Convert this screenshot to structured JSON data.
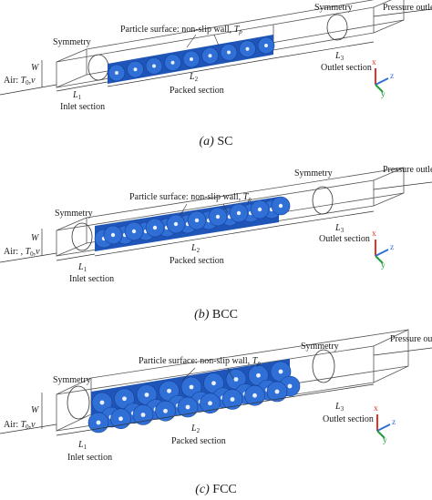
{
  "panels": [
    {
      "id": "sc",
      "symmetry": "Symmetry",
      "symmetry_right": "Symmetry",
      "particle_surface": "Particle surface: non-slip wall,",
      "tp": "T",
      "tp_sub": "p",
      "pressure_outlet": "Pressure outlet",
      "air_prefix": "Air:",
      "t0": "T",
      "t0_sub": "0",
      "v": ",v",
      "w": "W",
      "l1": "L",
      "l1_sub": "1",
      "l2": "L",
      "l2_sub": "2",
      "l3": "L",
      "l3_sub": "3",
      "inlet": "Inlet section",
      "packed": "Packed section",
      "outlet": "Outlet section",
      "axis_x": "x",
      "axis_y": "y",
      "axis_z": "z",
      "caption_letter": "(a)",
      "caption_name": "SC"
    },
    {
      "id": "bcc",
      "symmetry": "Symmetry",
      "symmetry_right": "Symmetry",
      "particle_surface": "Particle surface: non-slip wall,",
      "tp": "T",
      "tp_sub": "p",
      "pressure_outlet": "Pressure outlet",
      "air_prefix": "Air: ,",
      "t0": "T",
      "t0_sub": "0",
      "v": ",v",
      "w": "W",
      "l1": "L",
      "l1_sub": "1",
      "l2": "L",
      "l2_sub": "2",
      "l3": "L",
      "l3_sub": "3",
      "inlet": "Inlet section",
      "packed": "Packed section",
      "outlet": "Outlet section",
      "axis_x": "x",
      "axis_y": "y",
      "axis_z": "z",
      "caption_letter": "(b)",
      "caption_name": "BCC"
    },
    {
      "id": "fcc",
      "symmetry": "Symmetry",
      "symmetry_right": "Symmetry",
      "particle_surface": "Particle surface: non-slip wall,",
      "tp": "T",
      "tp_sub": "p",
      "pressure_outlet": "Pressure outlet",
      "air_prefix": "Air:",
      "t0": "T",
      "t0_sub": "0",
      "v": ",v",
      "w": "W",
      "l1": "L",
      "l1_sub": "1",
      "l2": "L",
      "l2_sub": "2",
      "l3": "L",
      "l3_sub": "3",
      "inlet": "Inlet section",
      "packed": "Packed section",
      "outlet": "Outlet section",
      "axis_x": "x",
      "axis_y": "y",
      "axis_z": "z",
      "caption_letter": "(c)",
      "caption_name": "FCC"
    }
  ],
  "colors": {
    "particle_fill": "#2f6fd6",
    "particle_dark": "#143f96",
    "wireframe": "#555555",
    "axis_x": "#e0342a",
    "axis_y": "#1f9b3a",
    "axis_z": "#2f6fd6"
  }
}
